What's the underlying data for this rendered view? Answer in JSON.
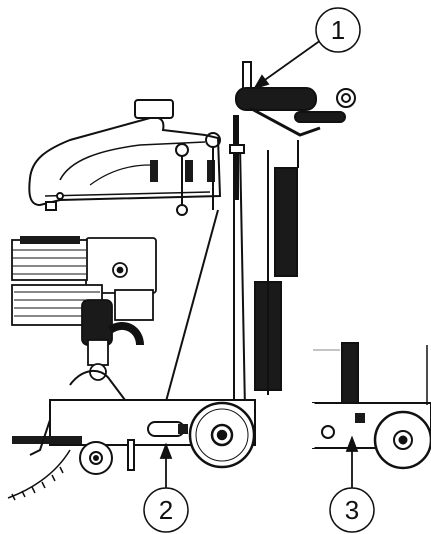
{
  "callouts": [
    {
      "number": "1"
    },
    {
      "number": "2"
    },
    {
      "number": "3"
    }
  ],
  "colors": {
    "line": "#111111",
    "fill_dark": "#1a1a1a",
    "fill_light": "#ffffff",
    "fill_gray": "#dcdcdc"
  },
  "icons": [
    "callout-circle",
    "leader-arrow",
    "saw-blade",
    "wheel",
    "engine",
    "handle-bar"
  ]
}
